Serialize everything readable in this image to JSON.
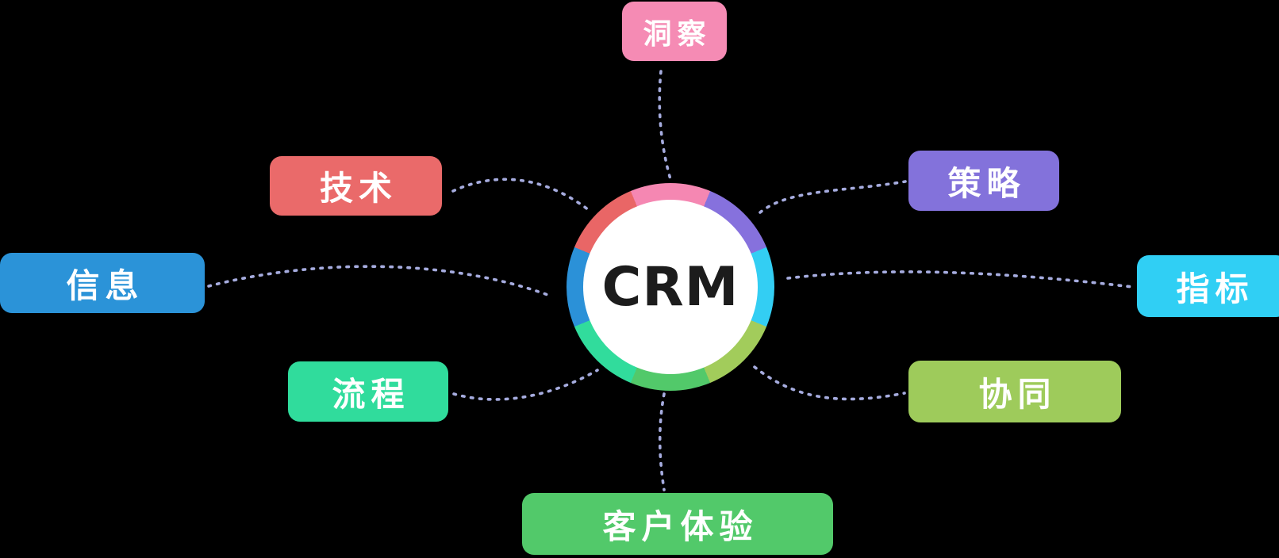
{
  "canvas": {
    "background": "#000000"
  },
  "center": {
    "label": "CRM",
    "core_background": "#ffffff",
    "label_color": "#1c1c1c",
    "ring_segments": [
      {
        "name": "insight",
        "color": "#f587b2"
      },
      {
        "name": "strategy",
        "color": "#8671dd"
      },
      {
        "name": "metrics",
        "color": "#33cef3"
      },
      {
        "name": "synergy",
        "color": "#a2cc5b"
      },
      {
        "name": "customer_experience",
        "color": "#52c96a"
      },
      {
        "name": "process",
        "color": "#31dc9c"
      },
      {
        "name": "information",
        "color": "#2b91d8"
      },
      {
        "name": "technology",
        "color": "#e96666"
      }
    ]
  },
  "nodes": {
    "insight": {
      "label": "洞察",
      "color": "#f58bb4",
      "position": "top"
    },
    "technology": {
      "label": "技术",
      "color": "#ea6a6a",
      "position": "upper-left"
    },
    "information": {
      "label": "信息",
      "color": "#2b93d8",
      "position": "left"
    },
    "process": {
      "label": "流程",
      "color": "#30dc9c",
      "position": "lower-left"
    },
    "strategy": {
      "label": "策略",
      "color": "#8372db",
      "position": "upper-right"
    },
    "metrics": {
      "label": "指标",
      "color": "#30cff4",
      "position": "right"
    },
    "synergy": {
      "label": "协同",
      "color": "#9ecb5b",
      "position": "lower-right"
    },
    "customer_experience": {
      "label": "客户体验",
      "color": "#52c96a",
      "position": "bottom"
    }
  },
  "connectors": {
    "color": "#a6acdf",
    "style": "dotted"
  }
}
